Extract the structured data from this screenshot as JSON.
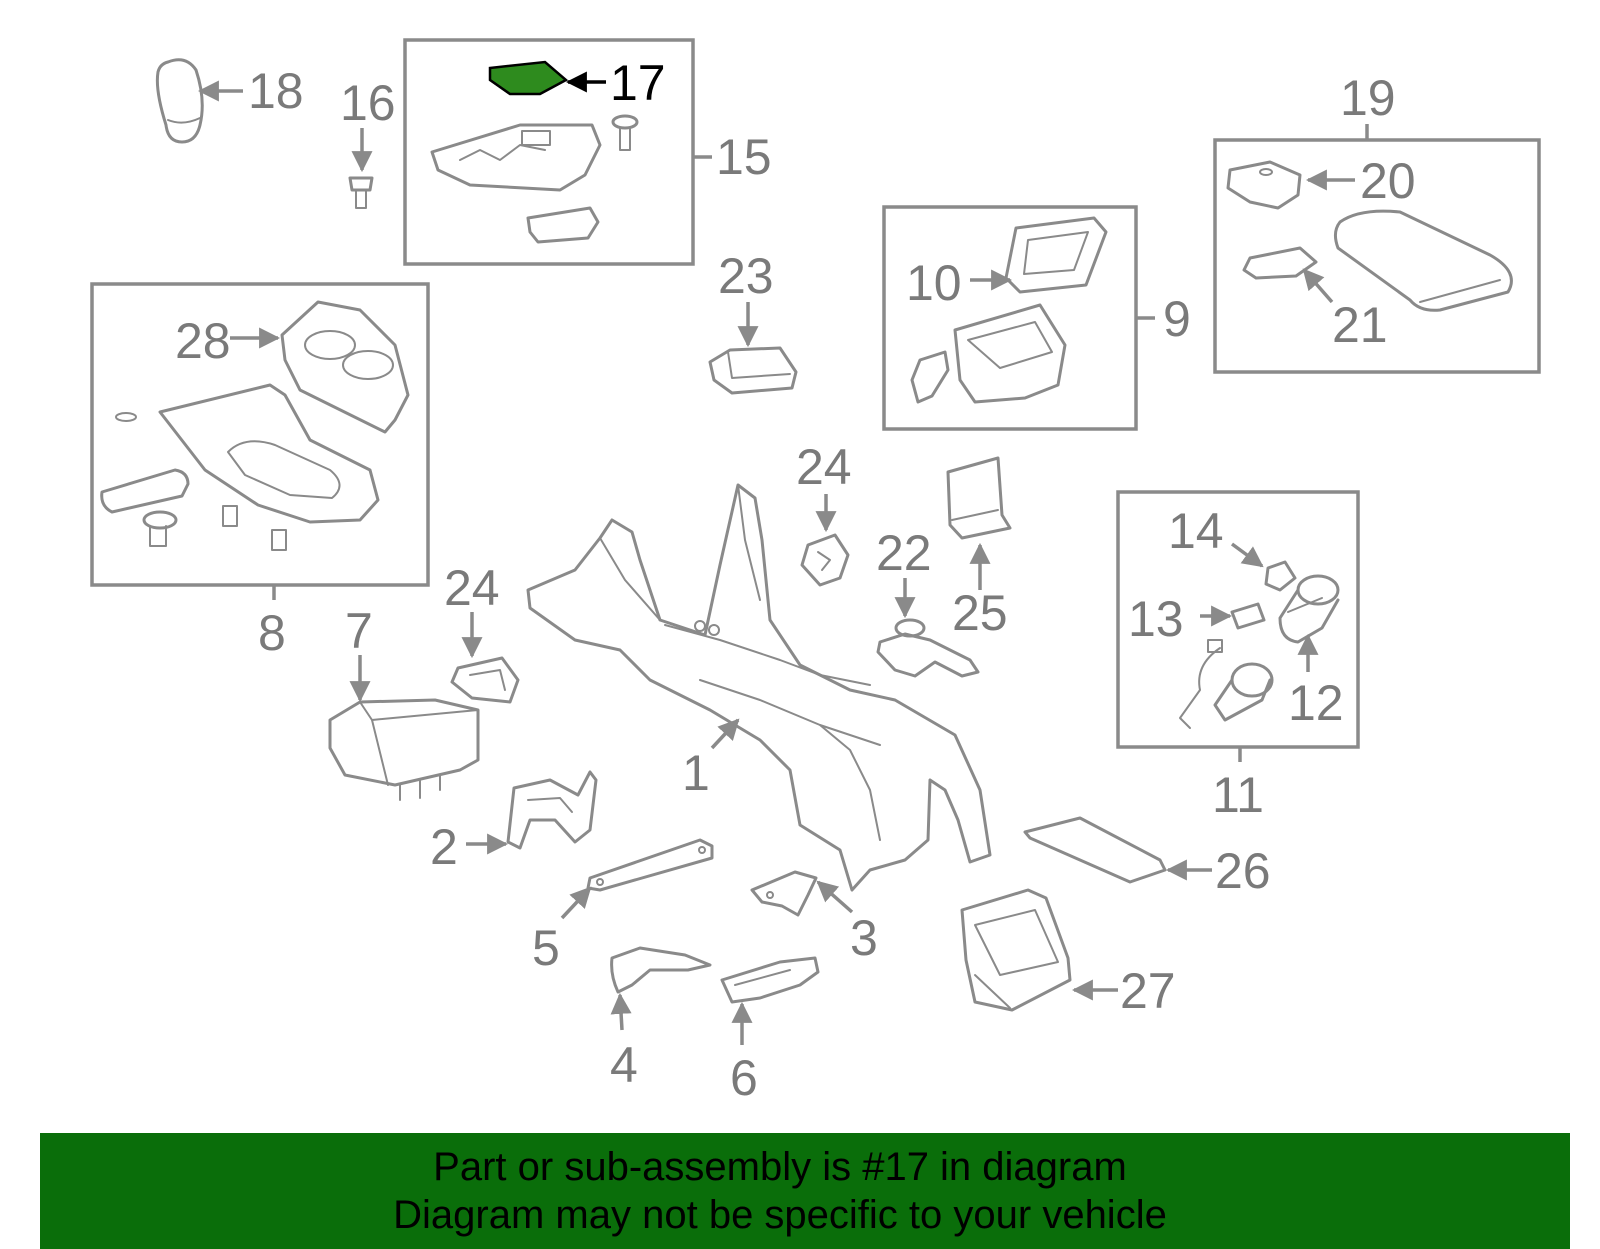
{
  "callouts": {
    "c1": "1",
    "c2": "2",
    "c3": "3",
    "c4": "4",
    "c5": "5",
    "c6": "6",
    "c7": "7",
    "c8": "8",
    "c9": "9",
    "c10": "10",
    "c11": "11",
    "c12": "12",
    "c13": "13",
    "c14": "14",
    "c15": "15",
    "c16": "16",
    "c17": "17",
    "c18": "18",
    "c19": "19",
    "c20": "20",
    "c21": "21",
    "c22": "22",
    "c23": "23",
    "c24a": "24",
    "c24b": "24",
    "c25": "25",
    "c26": "26",
    "c27": "27",
    "c28": "28"
  },
  "highlight": {
    "part": "17",
    "color": "#2e8b1e"
  },
  "banner": {
    "line1": "Part or sub-assembly is #17 in diagram",
    "line2": "Diagram may not be specific to your vehicle",
    "background": "#0a6e0a"
  }
}
